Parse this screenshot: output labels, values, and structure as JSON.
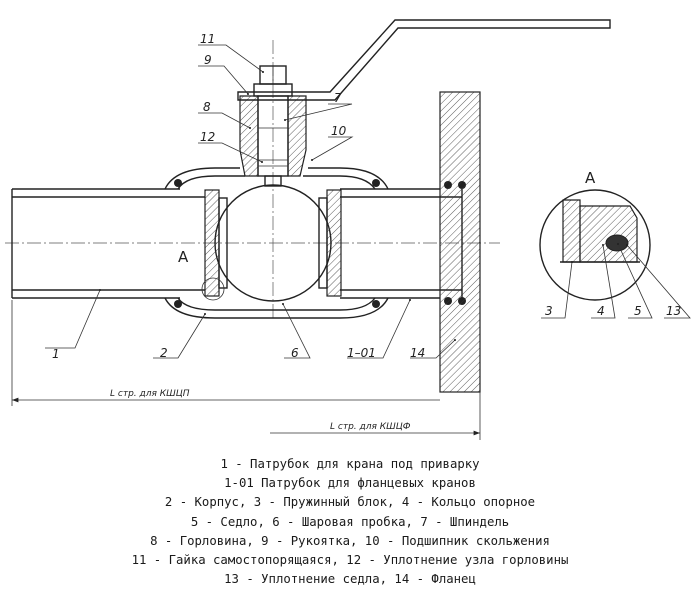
{
  "callouts": {
    "c1": "1",
    "c1_01": "1–01",
    "c2": "2",
    "c3": "3",
    "c4": "4",
    "c5": "5",
    "c6": "6",
    "c7": "7",
    "c8": "8",
    "c9": "9",
    "c10": "10",
    "c11": "11",
    "c12": "12",
    "c13": "13",
    "c14": "14"
  },
  "detail_letter": "A",
  "detail_letter_main": "A",
  "dimensions": {
    "kshcp": "L стр. для КШЦП",
    "kshcf": "L стр. для КШЦФ"
  },
  "legend": [
    "1 - Патрубок для крана под приварку",
    "1-01 Патрубок для фланцевых кранов",
    "2 - Корпус, 3 - Пружинный блок, 4 - Кольцо опорное",
    "5 - Седло, 6 - Шаровая пробка, 7 - Шпиндель",
    "8 - Горловина, 9 - Рукоятка, 10 - Подшипник скольжения",
    "11 - Гайка самостопорящаяся, 12 - Уплотнение узла горловины",
    "13 - Уплотнение седла, 14 - Фланец"
  ]
}
